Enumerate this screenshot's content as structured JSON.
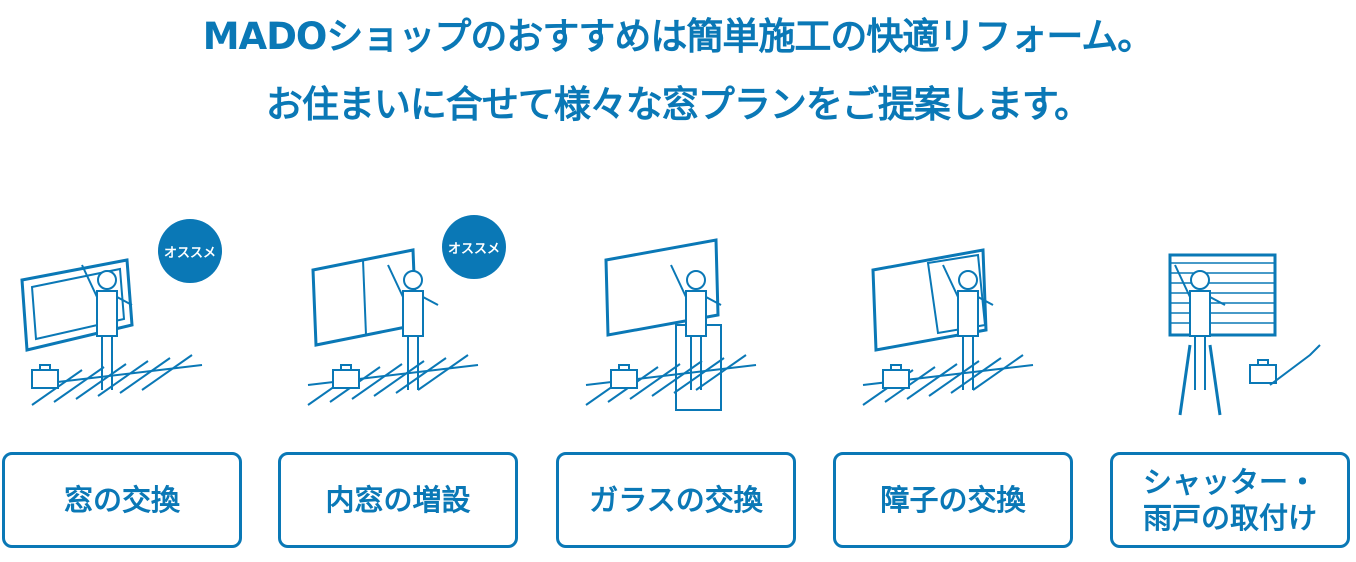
{
  "headline": {
    "line1": "MADOショップのおすすめは簡単施工の快適リフォーム。",
    "line2": "お住まいに合せて様々な窓プランをご提案します。"
  },
  "accent_color": "#0a78b6",
  "plans": [
    {
      "label": "窓の交換",
      "badge": "オススメ"
    },
    {
      "label": "内窓の増設",
      "badge": "オススメ"
    },
    {
      "label": "ガラスの交換"
    },
    {
      "label": "障子の交換"
    },
    {
      "label": "シャッター・\n雨戸の取付け"
    }
  ]
}
